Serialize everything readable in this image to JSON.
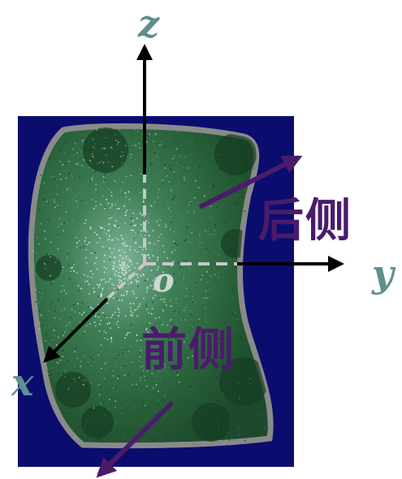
{
  "axes": {
    "z_label": "z",
    "y_label": "y",
    "x_label": "x",
    "origin_label": "o"
  },
  "regions": {
    "back_label": "后侧",
    "front_label": "前侧"
  },
  "colors": {
    "background_panel": "#0a0d6e",
    "specimen_green": "#2f6a3c",
    "specimen_border": "#8a8a8a",
    "axis_arrow": "#000000",
    "region_arrow": "#4b1b6b",
    "axis_letter": "#5f8f8f",
    "region_text": "#4b1b6b"
  }
}
